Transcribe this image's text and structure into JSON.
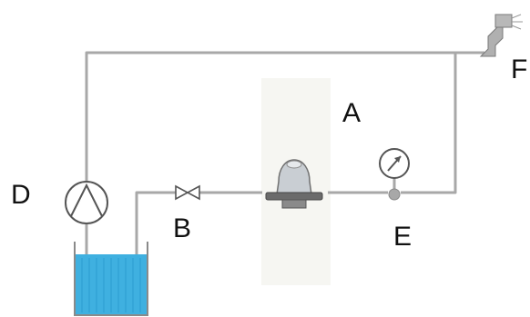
{
  "labels": {
    "a": "A",
    "b": "B",
    "d": "D",
    "e": "E",
    "f": "F"
  },
  "components": {
    "filter_unit": "filter-housing",
    "valve": "valve",
    "pump": "pump",
    "pressure_gauge": "pressure-gauge",
    "spray_nozzle": "spray-nozzle",
    "reservoir": "water-reservoir"
  },
  "colors": {
    "pipe": "#a8a8a8",
    "water": "#3fb0e0",
    "water_dark": "#1e8fc4",
    "outline": "#555555",
    "backdrop": "#f6f6f2"
  }
}
